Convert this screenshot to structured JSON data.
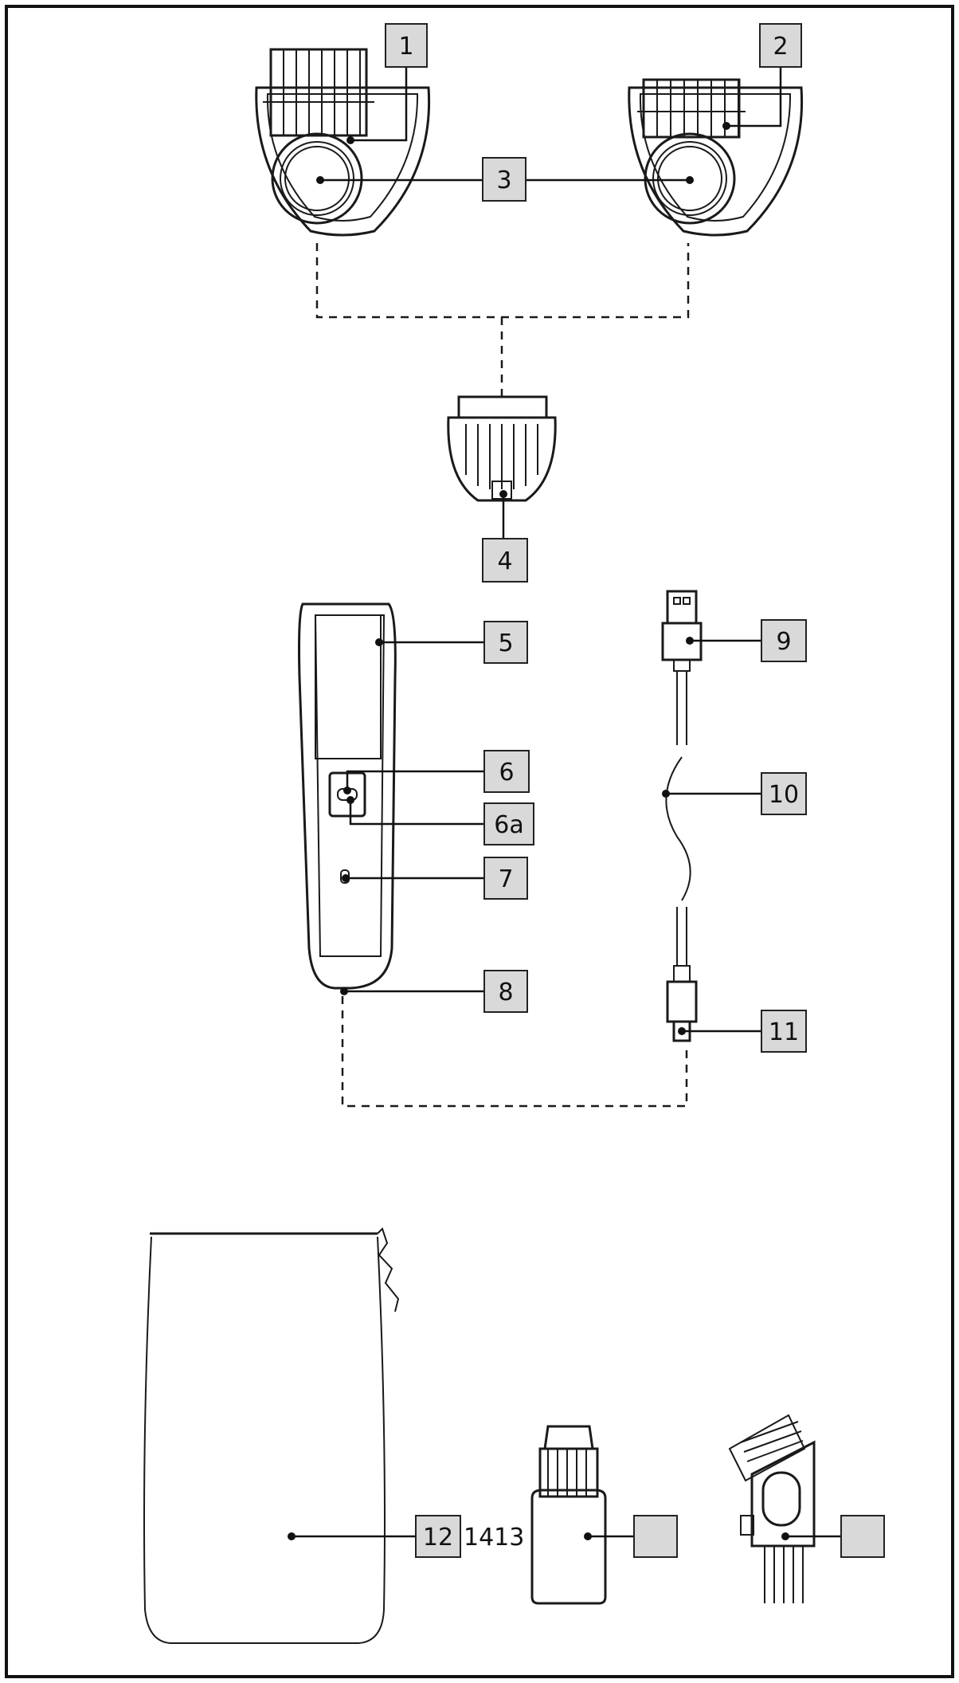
{
  "labels": {
    "comb_1": "1",
    "comb_2": "2",
    "dial": "3",
    "blade_head": "4",
    "grip": "5",
    "power_button": "6",
    "indicator": "6a",
    "led": "7",
    "charge_port": "8",
    "usb_plug": "9",
    "cable": "10",
    "micro_plug": "11",
    "pouch": "12",
    "oil_and_brush_run_on": "1413",
    "oil_bottle": "",
    "brush": ""
  },
  "colors": {
    "ink": "#1a1a1a",
    "label_fill": "#d9d9d9",
    "background": "#ffffff"
  }
}
